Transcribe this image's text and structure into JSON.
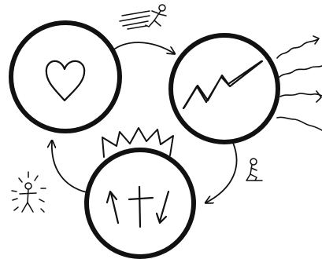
{
  "diagram": {
    "ink_color": "#111111",
    "background_color": "#ffffff",
    "nodes": [
      {
        "id": "love",
        "icon": "heart-icon"
      },
      {
        "id": "growth",
        "icon": "rising-zigzag-line-icon"
      },
      {
        "id": "crowned",
        "icon": "crown-icon",
        "inner_icons": [
          "up-arrow-icon",
          "cross-icon",
          "down-arrow-icon"
        ]
      }
    ],
    "arrows": [
      {
        "from": "love",
        "to": "growth",
        "figure": "running-person-icon"
      },
      {
        "from": "growth",
        "to": "crowned",
        "figure": "kneeling-person-icon"
      },
      {
        "from": "crowned",
        "to": "love",
        "figure": "radiant-person-icon"
      }
    ],
    "emanations": "wavy-arrows-icon"
  }
}
